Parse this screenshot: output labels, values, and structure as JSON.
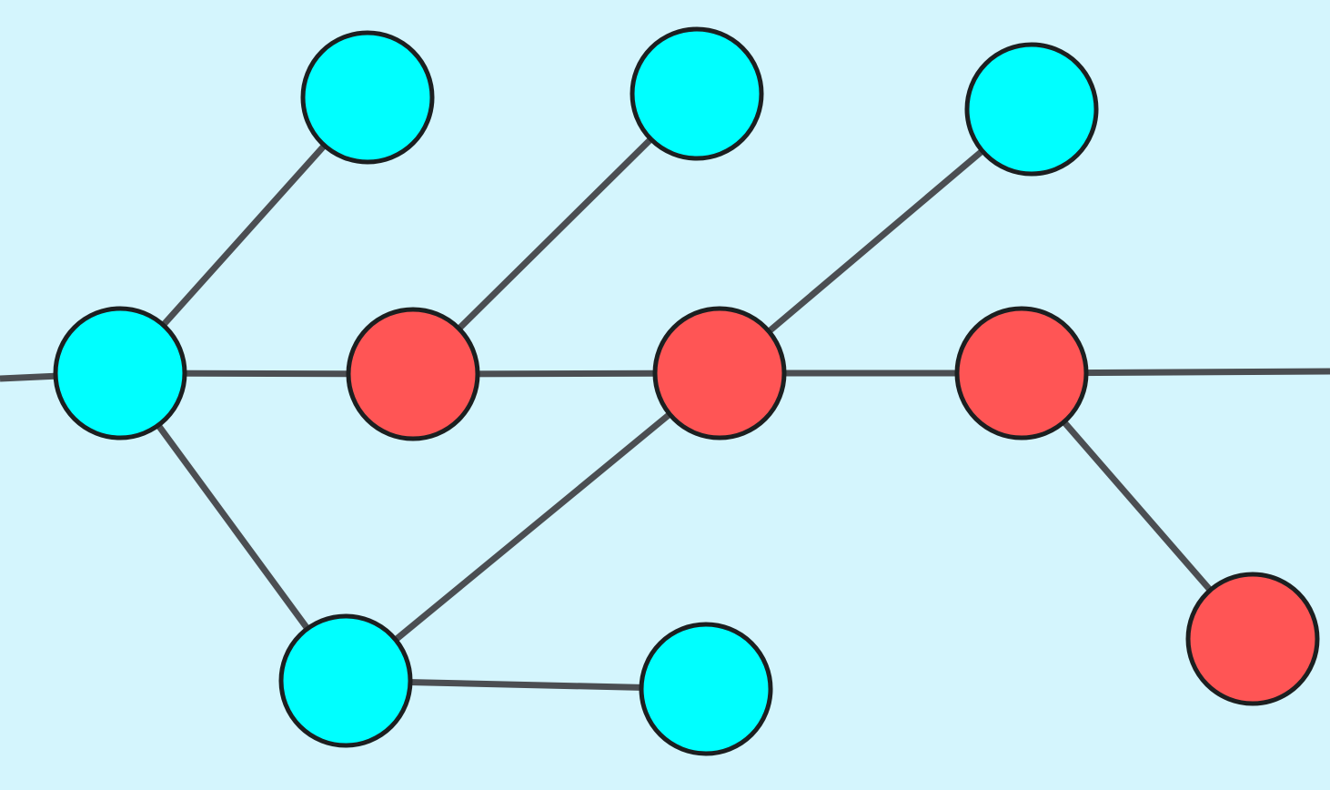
{
  "diagram": {
    "type": "graph",
    "background_color": "#d4f5fd",
    "edge_color": "#4b4e52",
    "node_outline_color": "#1c1f20",
    "node_colors": {
      "cyan": "#00ffff",
      "red": "#ff5555"
    },
    "nodes": [
      {
        "id": "n1",
        "color": "cyan"
      },
      {
        "id": "n2",
        "color": "cyan"
      },
      {
        "id": "n3",
        "color": "cyan"
      },
      {
        "id": "n4",
        "color": "cyan"
      },
      {
        "id": "n5",
        "color": "red"
      },
      {
        "id": "n6",
        "color": "red"
      },
      {
        "id": "n7",
        "color": "red"
      },
      {
        "id": "n8",
        "color": "red"
      },
      {
        "id": "n9",
        "color": "cyan"
      },
      {
        "id": "n10",
        "color": "cyan"
      }
    ],
    "edges": [
      {
        "from": "left-edge",
        "to": "n4"
      },
      {
        "from": "n4",
        "to": "n5"
      },
      {
        "from": "n5",
        "to": "n6"
      },
      {
        "from": "n6",
        "to": "n7"
      },
      {
        "from": "n7",
        "to": "right-edge"
      },
      {
        "from": "n4",
        "to": "n1"
      },
      {
        "from": "n5",
        "to": "n2"
      },
      {
        "from": "n6",
        "to": "n3"
      },
      {
        "from": "n4",
        "to": "n9"
      },
      {
        "from": "n9",
        "to": "n6"
      },
      {
        "from": "n9",
        "to": "n10"
      },
      {
        "from": "n7",
        "to": "n8"
      }
    ]
  }
}
